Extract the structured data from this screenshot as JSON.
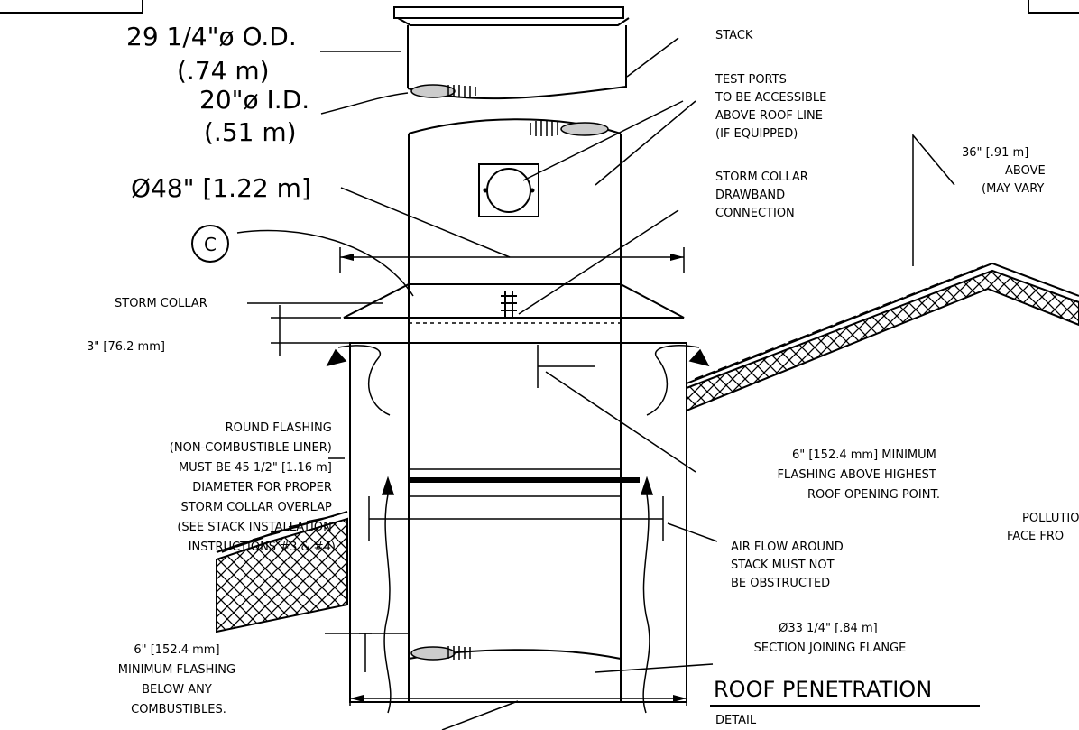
{
  "labels": {
    "stack_od": "29 1/4\"ø O.D.",
    "stack_od_m": "(.74 m)",
    "stack_id": "20\"ø I.D.",
    "stack_id_m": "(.51 m)",
    "collar_dia": "Ø48\" [1.22 m]",
    "callout_c": "C",
    "storm_collar": "STORM COLLAR",
    "gap_3in": "3\" [76.2 mm]",
    "round_flashing": [
      "ROUND FLASHING",
      "(NON-COMBUSTIBLE LINER)",
      "MUST BE 45 1/2\" [1.16 m]",
      "DIAMETER FOR PROPER",
      "STORM COLLAR OVERLAP",
      "(SEE STACK INSTALLATION",
      "INSTRUCTIONS #3 & #4)"
    ],
    "min_below": [
      "6\" [152.4 mm]",
      "MINIMUM FLASHING",
      "BELOW ANY",
      "COMBUSTIBLES."
    ],
    "stack": "STACK",
    "test_ports": [
      "TEST PORTS",
      "TO BE ACCESSIBLE",
      "ABOVE ROOF LINE",
      "(IF EQUIPPED)"
    ],
    "drawband": [
      "STORM COLLAR",
      "DRAWBAND",
      "CONNECTION"
    ],
    "above_roof": [
      "36\" [.91 m]",
      "ABOVE",
      "(MAY VARY"
    ],
    "min_above": [
      "6\" [152.4 mm] MINIMUM",
      "FLASHING ABOVE HIGHEST",
      "ROOF OPENING POINT."
    ],
    "pollution": [
      "POLLUTIO",
      "FACE FRO"
    ],
    "air_flow": [
      "AIR FLOW AROUND",
      "STACK MUST NOT",
      "BE OBSTRUCTED"
    ],
    "flange": [
      "Ø33 1/4\" [.84 m]",
      "SECTION JOINING FLANGE"
    ],
    "title": "ROOF PENETRATION",
    "subtitle": "DETAIL"
  }
}
